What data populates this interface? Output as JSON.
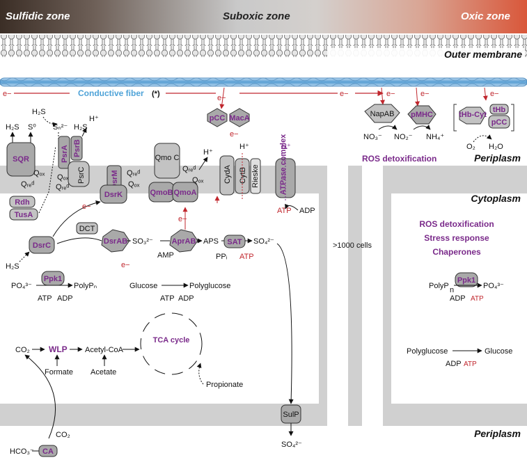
{
  "zones": {
    "sulfidic": "Sulfidic zone",
    "suboxic": "Suboxic zone",
    "oxic": "Oxic zone"
  },
  "membranes": {
    "outer": "Outer membrane",
    "periplasm_top": "Periplasm",
    "cytoplasm": "Cytoplasm",
    "periplasm_bottom": "Periplasm"
  },
  "fiber": {
    "electron": "e−",
    "label": "Conductive fiber",
    "mark": "(*)"
  },
  "left_cell": {
    "sqr": "SQR",
    "psrA": "PsrA",
    "psrB": "PsrB",
    "psrC": "PsrC",
    "dsrM": "DsrM",
    "dsrK": "DsrK",
    "qmoB": "QmoB",
    "qmoA": "QmoA",
    "qmoC": "Qmo C",
    "cydA": "CydA",
    "cytB": "CytB",
    "rieske": "Rieske",
    "atpase": "ATPase complex",
    "pcc": "pCC",
    "maca": "MacA",
    "rdh": "Rdh",
    "tusA": "TusA",
    "dsrC": "DsrC",
    "dct": "DCT",
    "dsrAB": "DsrAB",
    "aprAB": "AprAB",
    "sat": "SAT",
    "ppk1": "Ppk1",
    "wlp": "WLP",
    "tca": "TCA cycle",
    "ca": "CA",
    "sulp": "SulP",
    "h2s": "H₂S",
    "s0": "S⁰",
    "sn": "Sₙ²⁻",
    "hplus": "H⁺",
    "qox": "Qₒₓ",
    "qred": "Qᵣₑᵈ",
    "so3": "SO₃²⁻",
    "aps": "APS",
    "so4": "SO₄²⁻",
    "amp": "AMP",
    "ppi": "PPᵢ",
    "atp": "ATP",
    "adp": "ADP",
    "po4": "PO₄³⁻",
    "polyp": "PolyPₙ",
    "glucose": "Glucose",
    "polyglucose": "Polyglucose",
    "co2": "CO₂",
    "acetylcoa": "Acetyl-CoA",
    "formate": "Formate",
    "acetate": "Acetate",
    "propionate": "Propionate",
    "hco3": "HCO₃⁻"
  },
  "middle": {
    "cells": ">1000 cells"
  },
  "right_cell": {
    "napab": "NapAB",
    "pmhc": "pMHC",
    "no3": "NO₃⁻",
    "no2": "NO₂⁻",
    "nh4": "NH₄⁺",
    "thbcyt": "tHb-Cyt",
    "thb": "tHb",
    "pcc": "pCC",
    "o2": "O₂",
    "h2o": "H₂O",
    "ros_peri": "ROS detoxification",
    "ros_cyto": "ROS detoxification",
    "stress": "Stress response",
    "chaperones": "Chaperones",
    "ppk1": "Ppk1",
    "polyp": "PolyP",
    "n": "n",
    "po4": "PO₄³⁻",
    "adp": "ADP",
    "atp": "ATP",
    "polyglucose": "Polyglucose",
    "glucose": "Glucose",
    "adp2": "ADP",
    "atp2": "ATP"
  }
}
